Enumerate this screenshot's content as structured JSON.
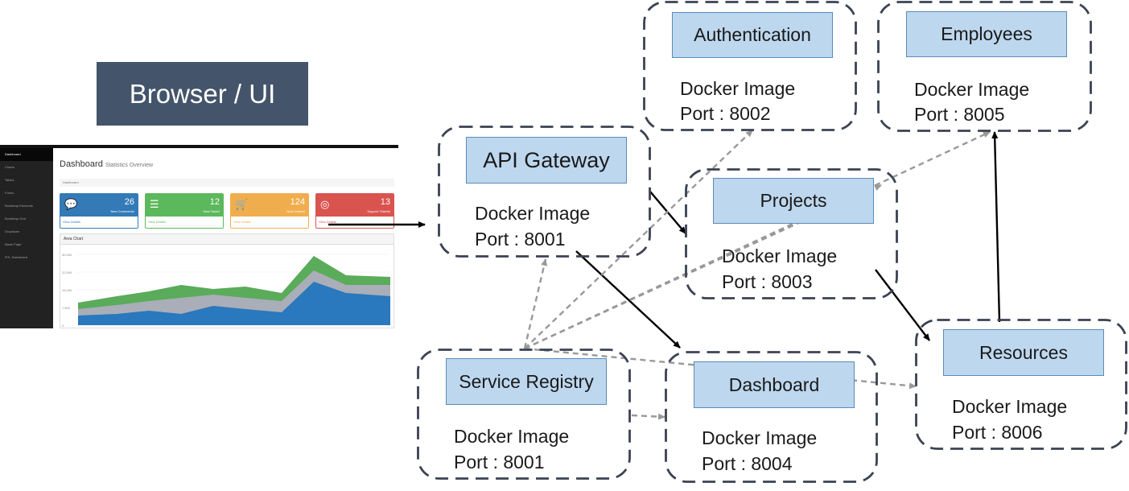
{
  "browser": {
    "title": "Browser / UI",
    "dashboard": {
      "sidebar": [
        "Dashboard",
        "Charts",
        "Tables",
        "Forms",
        "Bootstrap Elements",
        "Bootstrap Grid",
        "Dropdown",
        "Blank Page",
        "RTL Dashboard"
      ],
      "page_title": "Dashboard",
      "page_subtitle": "Statistics Overview",
      "breadcrumb": "Dashboard",
      "cards": [
        {
          "value": "26",
          "label": "New Comments!",
          "footer": "View Details",
          "color": "#337ab7",
          "icon": "comments-icon"
        },
        {
          "value": "12",
          "label": "New Tasks!",
          "footer": "View Details",
          "color": "#5cb85c",
          "icon": "tasks-icon"
        },
        {
          "value": "124",
          "label": "New Orders!",
          "footer": "View Details",
          "color": "#f0ad4e",
          "icon": "cart-icon"
        },
        {
          "value": "13",
          "label": "Support Tickets!",
          "footer": "View Details",
          "color": "#d9534f",
          "icon": "support-icon"
        }
      ],
      "chart_title": "Area Chart",
      "chart_yticks": [
        "30,000",
        "22,500",
        "15,000",
        "7,500",
        "0"
      ]
    }
  },
  "services": {
    "api_gateway": {
      "title": "API Gateway",
      "line1": "Docker Image",
      "line2": "Port : 8001"
    },
    "authentication": {
      "title": "Authentication",
      "line1": "Docker Image",
      "line2": "Port : 8002"
    },
    "employees": {
      "title": "Employees",
      "line1": "Docker Image",
      "line2": "Port : 8005"
    },
    "projects": {
      "title": "Projects",
      "line1": "Docker Image",
      "line2": "Port : 8003"
    },
    "resources": {
      "title": "Resources",
      "line1": "Docker Image",
      "line2": "Port : 8006"
    },
    "service_registry": {
      "title": "Service Registry",
      "line1": "Docker Image",
      "line2": "Port : 8001"
    },
    "dashboard": {
      "title": "Dashboard",
      "line1": "Docker Image",
      "line2": "Port : 8004"
    }
  },
  "colors": {
    "title_bg": "#44546a",
    "box_fill": "#bdd7ee",
    "frame_stroke": "#3b4252",
    "solid_arrow": "#000000",
    "dashed_arrow": "#999999"
  }
}
